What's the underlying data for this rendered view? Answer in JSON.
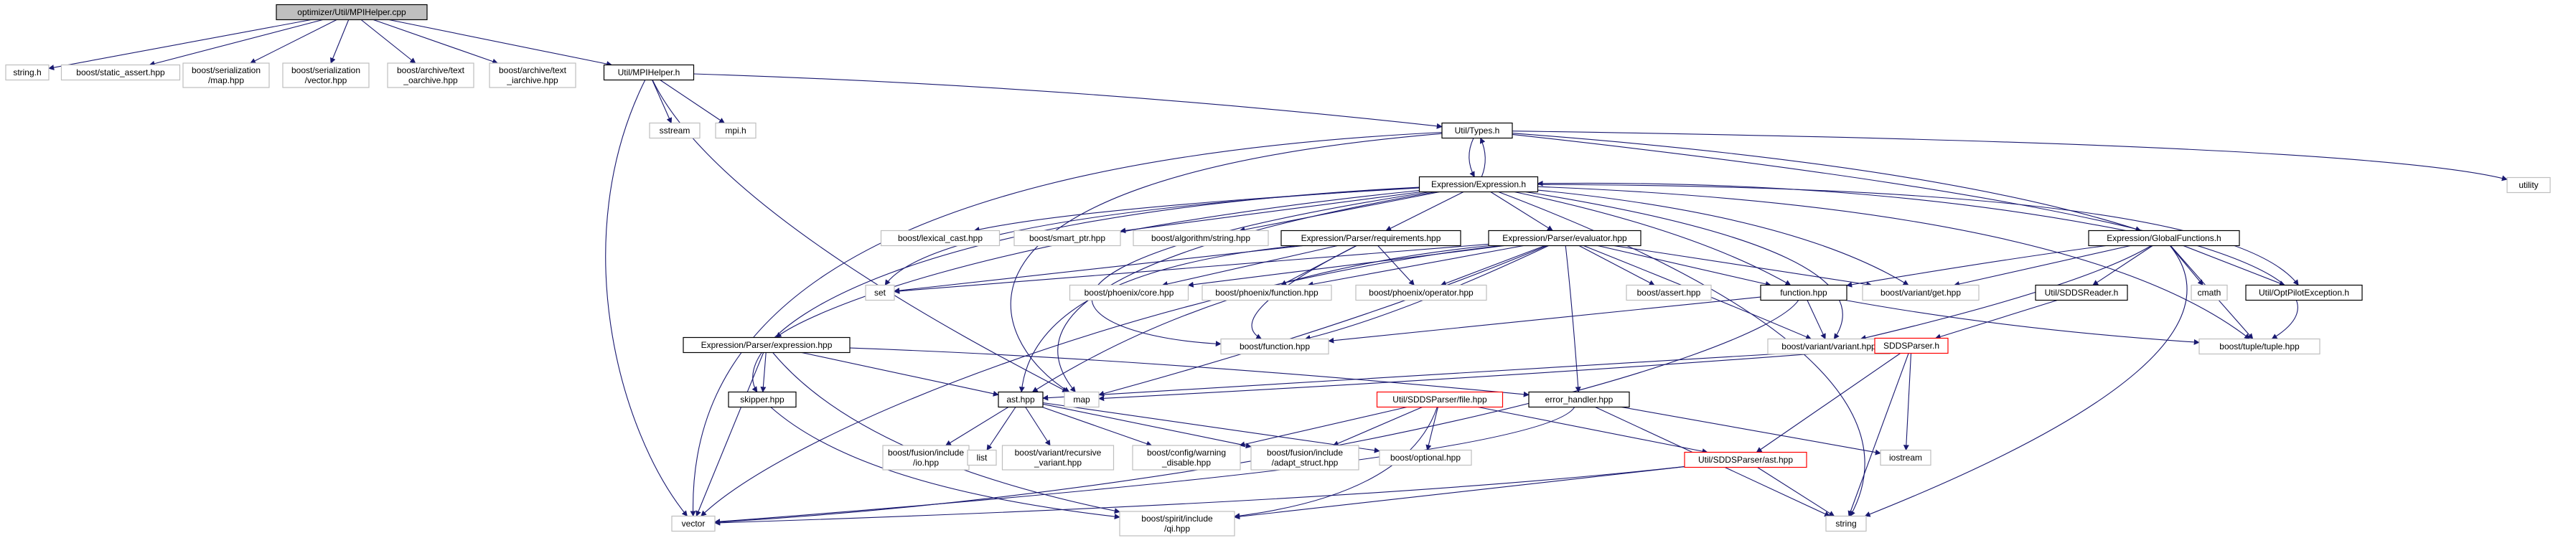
{
  "colors": {
    "edge": "#191970",
    "node_fill": "#ffffff",
    "root_fill": "#bfbfbf",
    "border_documented": "#000000",
    "border_undocumented": "#bfbfbf",
    "border_truncated": "#ff0000"
  },
  "nodes": [
    {
      "id": "root",
      "label": "optimizer/Util/MPIHelper.cpp",
      "style": "root"
    },
    {
      "id": "string_h",
      "label": "string.h",
      "style": "plain"
    },
    {
      "id": "static_assert",
      "label": "boost/static_assert.hpp",
      "style": "plain"
    },
    {
      "id": "ser_map",
      "label": "boost/serialization\n/map.hpp",
      "style": "plain"
    },
    {
      "id": "ser_vector",
      "label": "boost/serialization\n/vector.hpp",
      "style": "plain"
    },
    {
      "id": "text_oarchive",
      "label": "boost/archive/text\n_oarchive.hpp",
      "style": "plain"
    },
    {
      "id": "text_iarchive",
      "label": "boost/archive/text\n_iarchive.hpp",
      "style": "plain"
    },
    {
      "id": "mpihelper_h",
      "label": "Util/MPIHelper.h",
      "style": "doc"
    },
    {
      "id": "sstream",
      "label": "sstream",
      "style": "plain"
    },
    {
      "id": "mpi_h",
      "label": "mpi.h",
      "style": "plain"
    },
    {
      "id": "types_h",
      "label": "Util/Types.h",
      "style": "doc"
    },
    {
      "id": "utility",
      "label": "utility",
      "style": "plain"
    },
    {
      "id": "expression_h",
      "label": "Expression/Expression.h",
      "style": "doc"
    },
    {
      "id": "lexical_cast",
      "label": "boost/lexical_cast.hpp",
      "style": "plain"
    },
    {
      "id": "smart_ptr",
      "label": "boost/smart_ptr.hpp",
      "style": "plain"
    },
    {
      "id": "algo_string",
      "label": "boost/algorithm/string.hpp",
      "style": "plain"
    },
    {
      "id": "requirements",
      "label": "Expression/Parser/requirements.hpp",
      "style": "doc"
    },
    {
      "id": "evaluator",
      "label": "Expression/Parser/evaluator.hpp",
      "style": "doc"
    },
    {
      "id": "globalfunctions",
      "label": "Expression/GlobalFunctions.h",
      "style": "doc"
    },
    {
      "id": "set",
      "label": "set",
      "style": "plain"
    },
    {
      "id": "phoenix_core",
      "label": "boost/phoenix/core.hpp",
      "style": "plain"
    },
    {
      "id": "phoenix_function",
      "label": "boost/phoenix/function.hpp",
      "style": "plain"
    },
    {
      "id": "phoenix_operator",
      "label": "boost/phoenix/operator.hpp",
      "style": "plain"
    },
    {
      "id": "boost_asserth",
      "label": "boost/assert.hpp",
      "style": "plain"
    },
    {
      "id": "function_hpp",
      "label": "function.hpp",
      "style": "doc"
    },
    {
      "id": "variant_get",
      "label": "boost/variant/get.hpp",
      "style": "plain"
    },
    {
      "id": "sddsreader",
      "label": "Util/SDDSReader.h",
      "style": "doc"
    },
    {
      "id": "cmath",
      "label": "cmath",
      "style": "plain"
    },
    {
      "id": "optpilotexc",
      "label": "Util/OptPilotException.h",
      "style": "doc"
    },
    {
      "id": "expr_parser_expr",
      "label": "Expression/Parser/expression.hpp",
      "style": "doc"
    },
    {
      "id": "boost_function",
      "label": "boost/function.hpp",
      "style": "plain"
    },
    {
      "id": "variant_variant",
      "label": "boost/variant/variant.hpp",
      "style": "plain"
    },
    {
      "id": "tuple",
      "label": "boost/tuple/tuple.hpp",
      "style": "plain"
    },
    {
      "id": "sddsparser_h",
      "label": "SDDSParser.h",
      "style": "trunc"
    },
    {
      "id": "skipper",
      "label": "skipper.hpp",
      "style": "doc"
    },
    {
      "id": "ast_hpp",
      "label": "ast.hpp",
      "style": "doc"
    },
    {
      "id": "map",
      "label": "map",
      "style": "plain"
    },
    {
      "id": "file_hpp",
      "label": "Util/SDDSParser/file.hpp",
      "style": "trunc"
    },
    {
      "id": "error_handler",
      "label": "error_handler.hpp",
      "style": "doc"
    },
    {
      "id": "fusion_io",
      "label": "boost/fusion/include\n/io.hpp",
      "style": "plain"
    },
    {
      "id": "list",
      "label": "list",
      "style": "plain"
    },
    {
      "id": "recursive_variant",
      "label": "boost/variant/recursive\n_variant.hpp",
      "style": "plain"
    },
    {
      "id": "warning_disable",
      "label": "boost/config/warning\n_disable.hpp",
      "style": "plain"
    },
    {
      "id": "adapt_struct",
      "label": "boost/fusion/include\n/adapt_struct.hpp",
      "style": "plain"
    },
    {
      "id": "optional",
      "label": "boost/optional.hpp",
      "style": "plain"
    },
    {
      "id": "sdds_ast",
      "label": "Util/SDDSParser/ast.hpp",
      "style": "trunc"
    },
    {
      "id": "iostream",
      "label": "iostream",
      "style": "plain"
    },
    {
      "id": "vector",
      "label": "vector",
      "style": "plain"
    },
    {
      "id": "qi",
      "label": "boost/spirit/include\n/qi.hpp",
      "style": "plain"
    },
    {
      "id": "string",
      "label": "string",
      "style": "plain"
    }
  ]
}
